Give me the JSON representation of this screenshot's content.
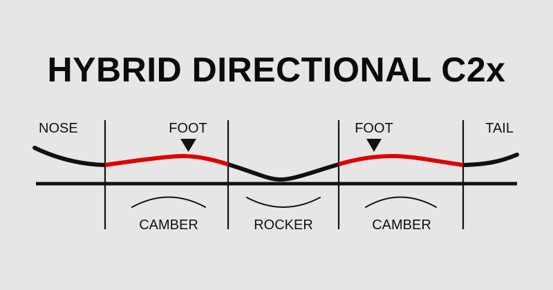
{
  "title": "HYBRID DIRECTIONAL C2x",
  "labels": {
    "nose": "NOSE",
    "tail": "TAIL",
    "foot_left": "FOOT",
    "foot_right": "FOOT",
    "camber_left": "CAMBER",
    "rocker": "ROCKER",
    "camber_right": "CAMBER"
  },
  "icons": {
    "foot_marker": "down-triangle-icon",
    "camber_arc": "convex-arc-icon",
    "rocker_arc": "concave-arc-icon"
  },
  "colors": {
    "background": "#e6e6e6",
    "profile": "#111111",
    "camber_highlight": "#e00000",
    "text": "#0b0b0b"
  }
}
